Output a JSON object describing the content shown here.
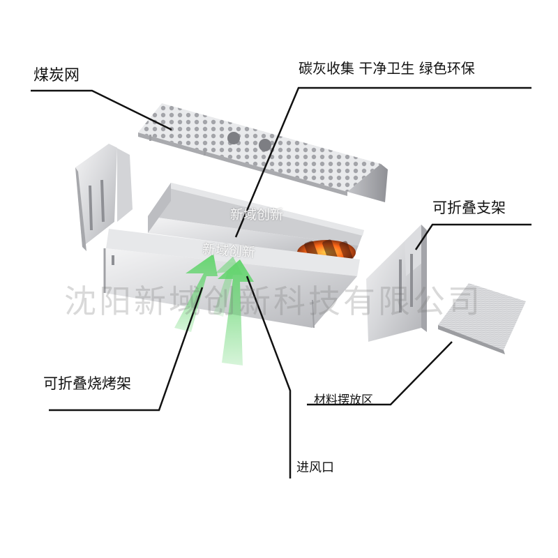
{
  "labels": {
    "coal_mesh": "煤炭网",
    "ash_collection": "碳灰收集 干净卫生 绿色环保",
    "folding_stand": "可折叠支架",
    "folding_rack": "可折叠烧烤架",
    "material_area": "材料摆放区",
    "air_inlet": "进风口"
  },
  "brand": {
    "inner_wall": "新域创新",
    "front_wall": "新域创新"
  },
  "watermark": "沈阳新域创新科技有限公司",
  "colors": {
    "metal_light": "#e8e8ea",
    "metal_mid": "#c9cacd",
    "metal_dark": "#9a9ba0",
    "arrow_green": "#5fd46a",
    "coal_glow": "#ff6a1a",
    "leader_line": "#111111"
  }
}
